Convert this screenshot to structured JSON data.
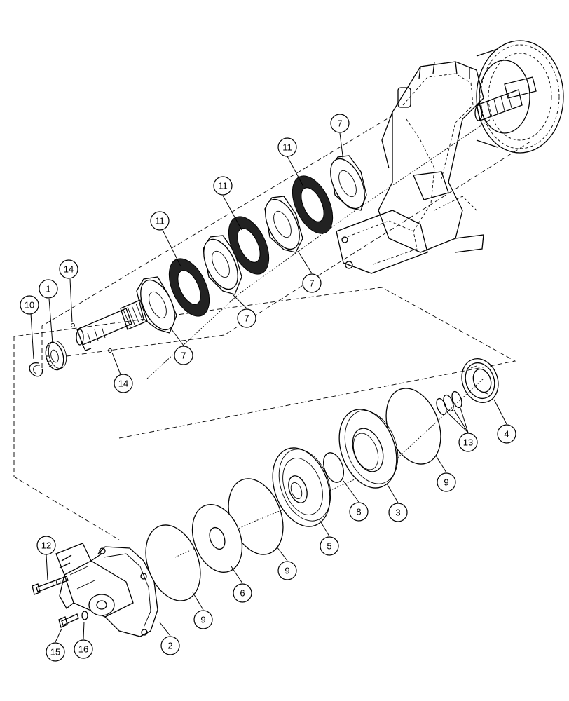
{
  "callouts": [
    {
      "id": "c1",
      "label": "1"
    },
    {
      "id": "c2",
      "label": "2"
    },
    {
      "id": "c3",
      "label": "3"
    },
    {
      "id": "c4",
      "label": "4"
    },
    {
      "id": "c5",
      "label": "5"
    },
    {
      "id": "c6",
      "label": "6"
    },
    {
      "id": "c7a",
      "label": "7"
    },
    {
      "id": "c7b",
      "label": "7"
    },
    {
      "id": "c7c",
      "label": "7"
    },
    {
      "id": "c7d",
      "label": "7"
    },
    {
      "id": "c8",
      "label": "8"
    },
    {
      "id": "c9a",
      "label": "9"
    },
    {
      "id": "c9b",
      "label": "9"
    },
    {
      "id": "c9c",
      "label": "9"
    },
    {
      "id": "c10",
      "label": "10"
    },
    {
      "id": "c11a",
      "label": "11"
    },
    {
      "id": "c11b",
      "label": "11"
    },
    {
      "id": "c11c",
      "label": "11"
    },
    {
      "id": "c12",
      "label": "12"
    },
    {
      "id": "c13",
      "label": "13"
    },
    {
      "id": "c14a",
      "label": "14"
    },
    {
      "id": "c14b",
      "label": "14"
    },
    {
      "id": "c15",
      "label": "15"
    },
    {
      "id": "c16",
      "label": "16"
    }
  ]
}
